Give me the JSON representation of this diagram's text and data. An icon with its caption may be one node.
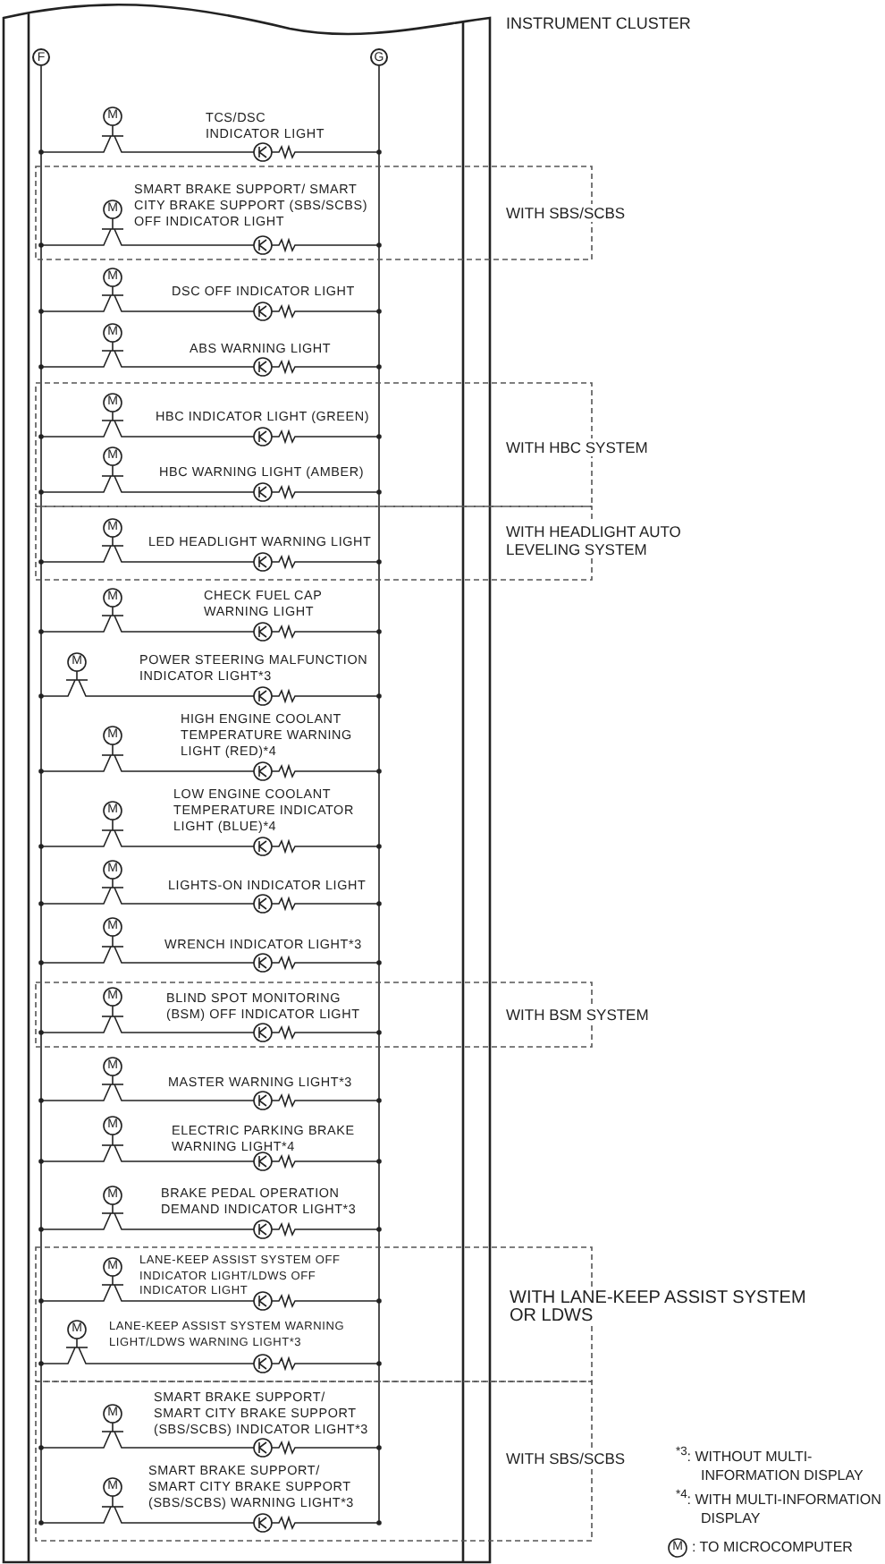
{
  "diagram": {
    "nodes": [
      {
        "text": [
          "INSTRUMENT CLUSTER"
        ]
      },
      {
        "text": [
          "WITH SBS/SCBS"
        ]
      },
      {
        "text": [
          "WITH HBC SYSTEM"
        ]
      },
      {
        "text": [
          "WITH HEADLIGHT AUTO LEVELING SYSTEM"
        ]
      },
      {
        "text": [
          "WITH BSM SYSTEM"
        ]
      },
      {
        "text": [
          "WITH LANE-KEEP ASSIST SYSTEM OR LDWS"
        ]
      },
      {
        "text": [
          "WITH SBS/SCBS"
        ]
      }
    ],
    "labels": [
      "F",
      "G",
      "M",
      "TCS/DSC INDICATOR LIGHT",
      "M",
      "SMART BRAKE SUPPORT/ SMART CITY BRAKE SUPPORT (SBS/SCBS) OFF INDICATOR LIGHT",
      "M",
      "DSC OFF INDICATOR LIGHT",
      "M",
      "ABS WARNING LIGHT",
      "M",
      "HBC INDICATOR LIGHT (GREEN)",
      "M",
      "HBC WARNING LIGHT (AMBER)",
      "M",
      "LED HEADLIGHT WARNING LIGHT",
      "M",
      "CHECK FUEL CAP WARNING LIGHT",
      "M",
      "POWER STEERING MALFUNCTION INDICATOR LIGHT*3",
      "M",
      "HIGH ENGINE COOLANT TEMPERATURE WARNING LIGHT (RED)*4",
      "M",
      "LOW ENGINE COOLANT TEMPERATURE INDICATOR LIGHT (BLUE)*4",
      "M",
      "LIGHTS-ON INDICATOR LIGHT",
      "M",
      "WRENCH INDICATOR LIGHT*3",
      "M",
      "BLIND SPOT MONITORING (BSM) OFF INDICATOR LIGHT",
      "M",
      "MASTER WARNING LIGHT*3",
      "M",
      "ELECTRIC PARKING BRAKE WARNING LIGHT*4",
      "M",
      "BRAKE PEDAL OPERATION DEMAND INDICATOR LIGHT*3",
      "M",
      "LANE-KEEP ASSIST SYSTEM OFF INDICATOR LIGHT/LDWS OFF INDICATOR LIGHT",
      "M",
      "LANE-KEEP ASSIST SYSTEM WARNING LIGHT/LDWS WARNING LIGHT*3",
      "M",
      "SMART BRAKE SUPPORT/ SMART CITY BRAKE SUPPORT (SBS/SCBS) INDICATOR LIGHT*3",
      "M",
      "SMART BRAKE SUPPORT/ SMART CITY BRAKE SUPPORT (SBS/SCBS) WARNING LIGHT*3",
      "$^{*3}$: WITHOUT MULTI-INFORMATION DISPLAY",
      "$^{*4}$: WITH MULTI-INFORMATION DISPLAY",
      "M"
    ],
    "legend": [
      {
        "text": ": TO MICROCOMPUTER"
      }
    ]
  }
}
